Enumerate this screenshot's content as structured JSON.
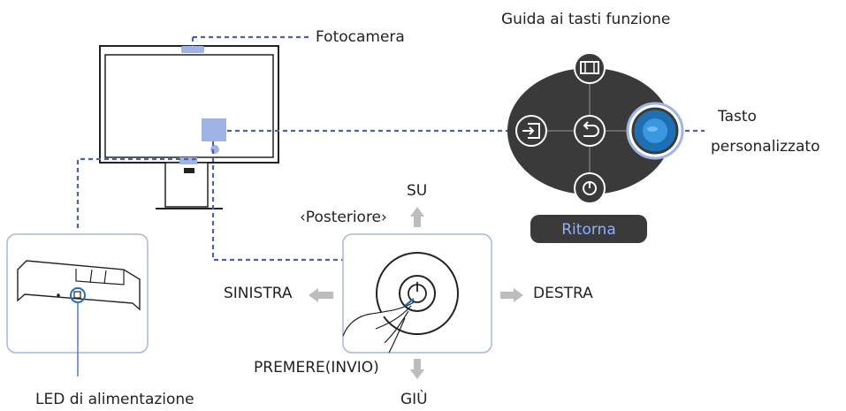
{
  "labels": {
    "camera": "Fotocamera",
    "function_key_guide": "Guida ai tasti funzione",
    "custom_key_line1": "Tasto",
    "custom_key_line2": "personalizzato",
    "up": "SU",
    "rear": "‹Posteriore›",
    "left": "SINISTRA",
    "right": "DESTRA",
    "press": "PREMERE(INVIO)",
    "down": "GIÙ",
    "power_led": "LED di alimentazione",
    "return_button": "Ritorna"
  },
  "colors": {
    "dashed_line": "#4f5fa8",
    "highlight": "#9fb3e6",
    "pad_dark": "#3a3a3a",
    "arrow_grey": "#bdbdbd",
    "accent_blue": "#2e86de",
    "return_text": "#8fb0ff"
  },
  "icons": {
    "top": "picture-mode-icon",
    "left": "source-icon",
    "center": "return-icon",
    "right": "custom-key-icon",
    "bottom": "power-icon",
    "joystick": "power-icon"
  }
}
